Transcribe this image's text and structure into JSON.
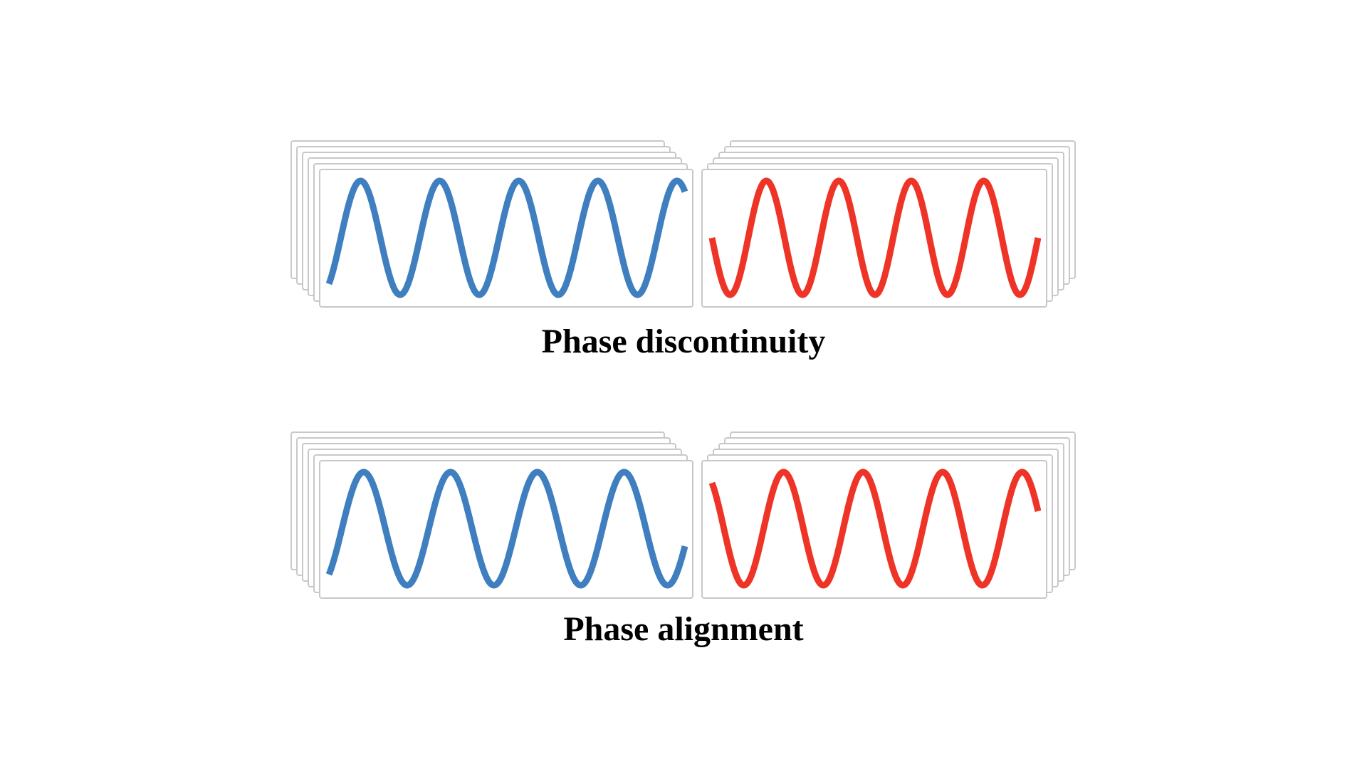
{
  "colors": {
    "left_wave": "#3f7fbf",
    "right_wave": "#ee3327",
    "frame_stroke": "#c8c8c8",
    "frame_fill": "#ffffff"
  },
  "panels": [
    {
      "caption": "Phase discontinuity",
      "left_wave_phase_cycles": 0.85,
      "right_wave_phase_cycles": 0.5,
      "cycles_per_window": 4.5
    },
    {
      "caption": "Phase alignment",
      "left_wave_phase_cycles": 0.85,
      "right_wave_phase_cycles": 0.35,
      "cycles_per_window": 4.1
    }
  ]
}
